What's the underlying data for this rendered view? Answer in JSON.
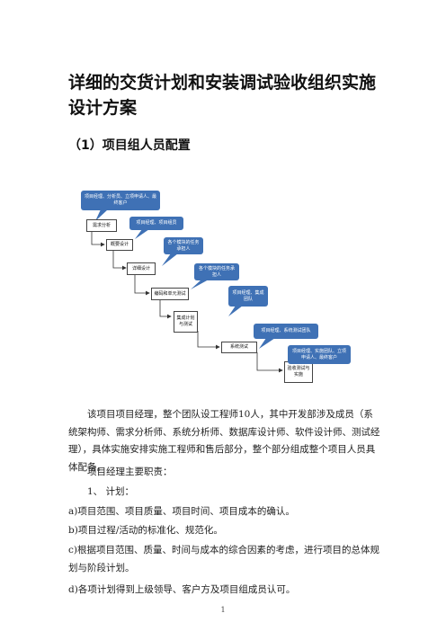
{
  "document": {
    "title": "详细的交货计划和安装调试验收组织实施设计方案",
    "section_heading": "（1）项目组人员配置",
    "diagram": {
      "boxes": [
        "需求分析",
        "概要设计",
        "详细设计",
        "编码和单元测试",
        "集成计划与测试",
        "系统测试",
        "验收测试与实施"
      ],
      "callouts": [
        "项目经理、分析员、立项申请人、最终客户",
        "项目经理、项目组员",
        "各个模块的任务承担人",
        "各个模块的任务承担人",
        "项目经理、集成团队",
        "项目经理、系统测试团队",
        "项目经理、实施团队、立项申请人、最终客户"
      ]
    },
    "paragraphs": [
      "该项目项目经理，整个团队设工程师10人，其中开发部涉及成员（系统架构师、需求分析师、系统分析师、数据库设计师、软件设计师、测试经理），具体实施安排实施工程师和售后部分，整个部分组成整个项目人员具体配备。",
      "项目经理主要职责：",
      "1、 计划：",
      "a)项目范围、项目质量、项目时间、项目成本的确认。",
      "b)项目过程/活动的标准化、规范化。",
      "c)根据项目范围、质量、时间与成本的综合因素的考虑，进行项目的总体规划与阶段计划。",
      "d)各项计划得到上级领导、客户方及项目组成员认可。"
    ],
    "page_number": "1"
  },
  "colors": {
    "callout": "#3f71b5",
    "connector": "#333333"
  }
}
